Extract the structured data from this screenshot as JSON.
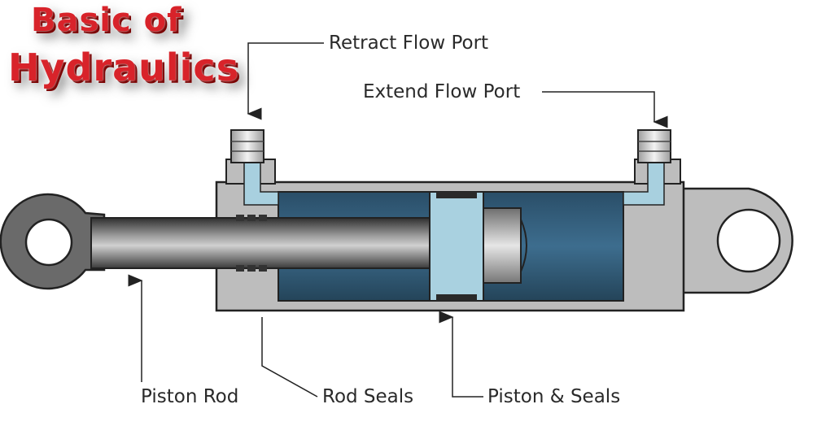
{
  "title": {
    "line1": "Basic of",
    "line2": "Hydraulics"
  },
  "labels": {
    "retract_flow_port": "Retract Flow Port",
    "extend_flow_port": "Extend Flow Port",
    "piston_rod": "Piston Rod",
    "rod_seals": "Rod Seals",
    "piston_seals": "Piston & Seals"
  },
  "colors": {
    "title_red": "#d8232a",
    "cylinder_body": "#bdbdbd",
    "hydraulic_fluid": "#2f5a78",
    "piston": "#a9d1e0",
    "rod": "#5a5a5a"
  }
}
